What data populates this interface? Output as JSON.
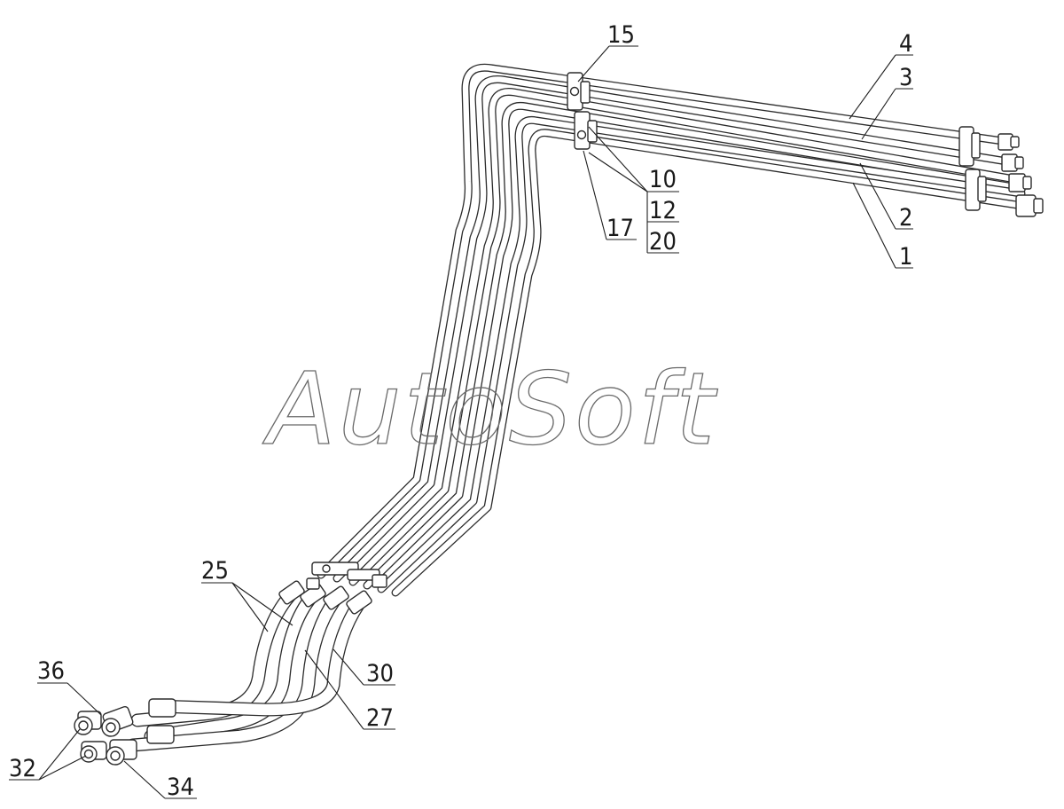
{
  "watermark": "AutoSoft",
  "callouts": {
    "c15": "15",
    "c4": "4",
    "c3": "3",
    "c10": "10",
    "c12": "12",
    "c20": "20",
    "c17": "17",
    "c2": "2",
    "c1": "1",
    "c25": "25",
    "c30": "30",
    "c27": "27",
    "c36": "36",
    "c32": "32",
    "c34": "34"
  },
  "colors": {
    "line": "#2b2b2b",
    "background": "#ffffff",
    "watermark": "#6a6a6a"
  }
}
